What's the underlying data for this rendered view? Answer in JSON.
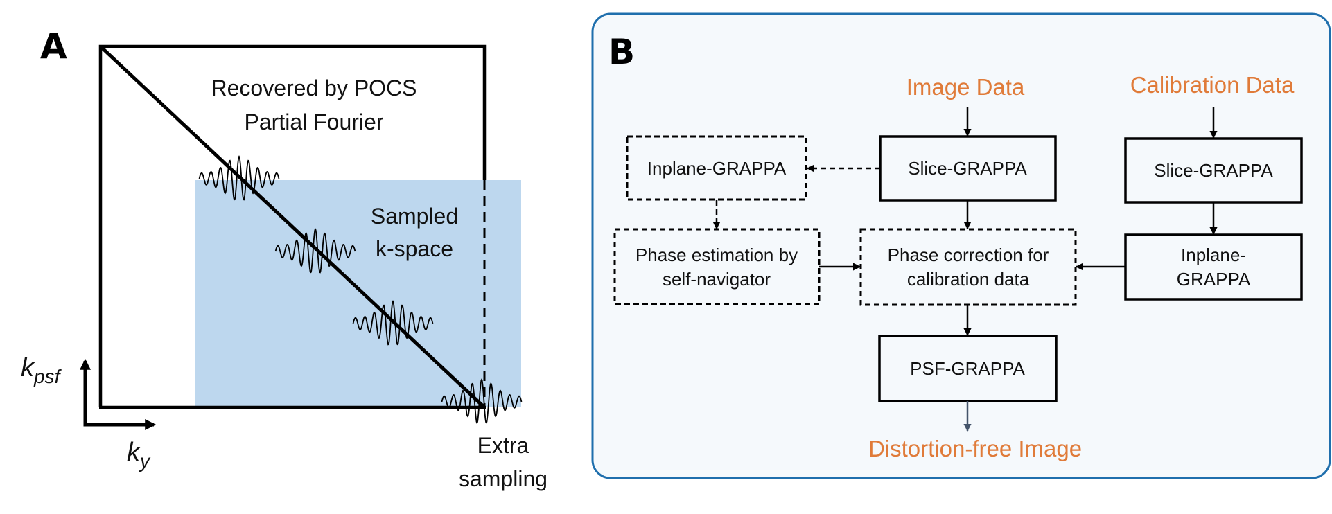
{
  "panel_a": {
    "label": "A",
    "recovered_line1": "Recovered by POCS",
    "recovered_line2": "Partial Fourier",
    "sampled_line1": "Sampled",
    "sampled_line2": "k-space",
    "extra_line1": "Extra",
    "extra_line2": "sampling",
    "axis_vertical": {
      "main": "k",
      "sub": "psf"
    },
    "axis_horizontal": {
      "main": "k",
      "sub": "y"
    },
    "sampled_fill_color": "#bdd7ee"
  },
  "panel_b": {
    "label": "B",
    "border_color": "#1f6fad",
    "background_color": "#f5f9fc",
    "io_color": "#e07b39",
    "inputs": {
      "image_data": "Image Data",
      "calibration_data": "Calibration Data"
    },
    "output": "Distortion-free Image",
    "nodes": {
      "slice_grappa_image": "Slice-GRAPPA",
      "inplane_grappa_image": "Inplane-GRAPPA",
      "phase_estimation": [
        "Phase estimation by",
        "self-navigator"
      ],
      "phase_correction": [
        "Phase correction for",
        "calibration data"
      ],
      "slice_grappa_calib": "Slice-GRAPPA",
      "inplane_grappa_calib": [
        "Inplane-",
        "GRAPPA"
      ],
      "psf_grappa": "PSF-GRAPPA"
    }
  }
}
